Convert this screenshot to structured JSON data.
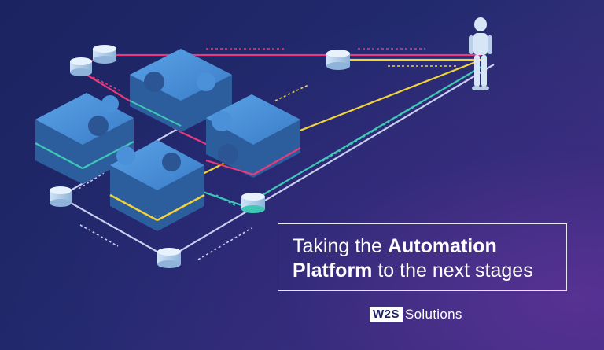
{
  "headline": {
    "part1": "Taking the ",
    "part2_bold": "Automation",
    "part3_bold": "Platform",
    "part4": " to the next stages"
  },
  "logo": {
    "mark": "W2S",
    "word": "Solutions"
  },
  "colors": {
    "background": "#1d2060",
    "pink_line": "#e83a7d",
    "yellow_line": "#f2d33a",
    "teal_line": "#3fc7b6",
    "white_line": "#c9cdf0",
    "puzzle_blue": "#3a7cc9"
  },
  "icons": [
    "robot-figure",
    "puzzle-pieces",
    "database-cylinders"
  ]
}
